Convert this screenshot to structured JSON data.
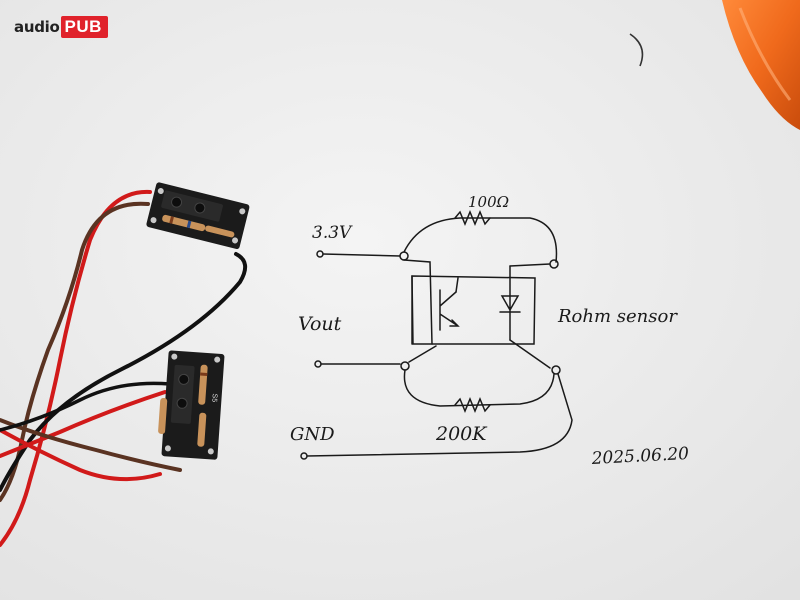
{
  "watermark": {
    "brand_prefix": "audio",
    "brand_suffix": "PUB"
  },
  "sketch": {
    "supply_label": "3.3V",
    "output_label": "Vout",
    "ground_label": "GND",
    "top_resistor": "100Ω",
    "bottom_resistor": "200K",
    "sensor_label": "Rohm sensor",
    "date": "2025.06.20"
  },
  "boards": [
    {
      "silkscreen": ""
    },
    {
      "silkscreen": "S5"
    }
  ],
  "colors": {
    "paper": "#f2f2f2",
    "ink": "#1a1a1a",
    "wire_red": "#d11a1a",
    "wire_brown": "#5a3322",
    "wire_black": "#111111",
    "pcb": "#1b1b1b",
    "orange_object": "#f06a1c"
  }
}
